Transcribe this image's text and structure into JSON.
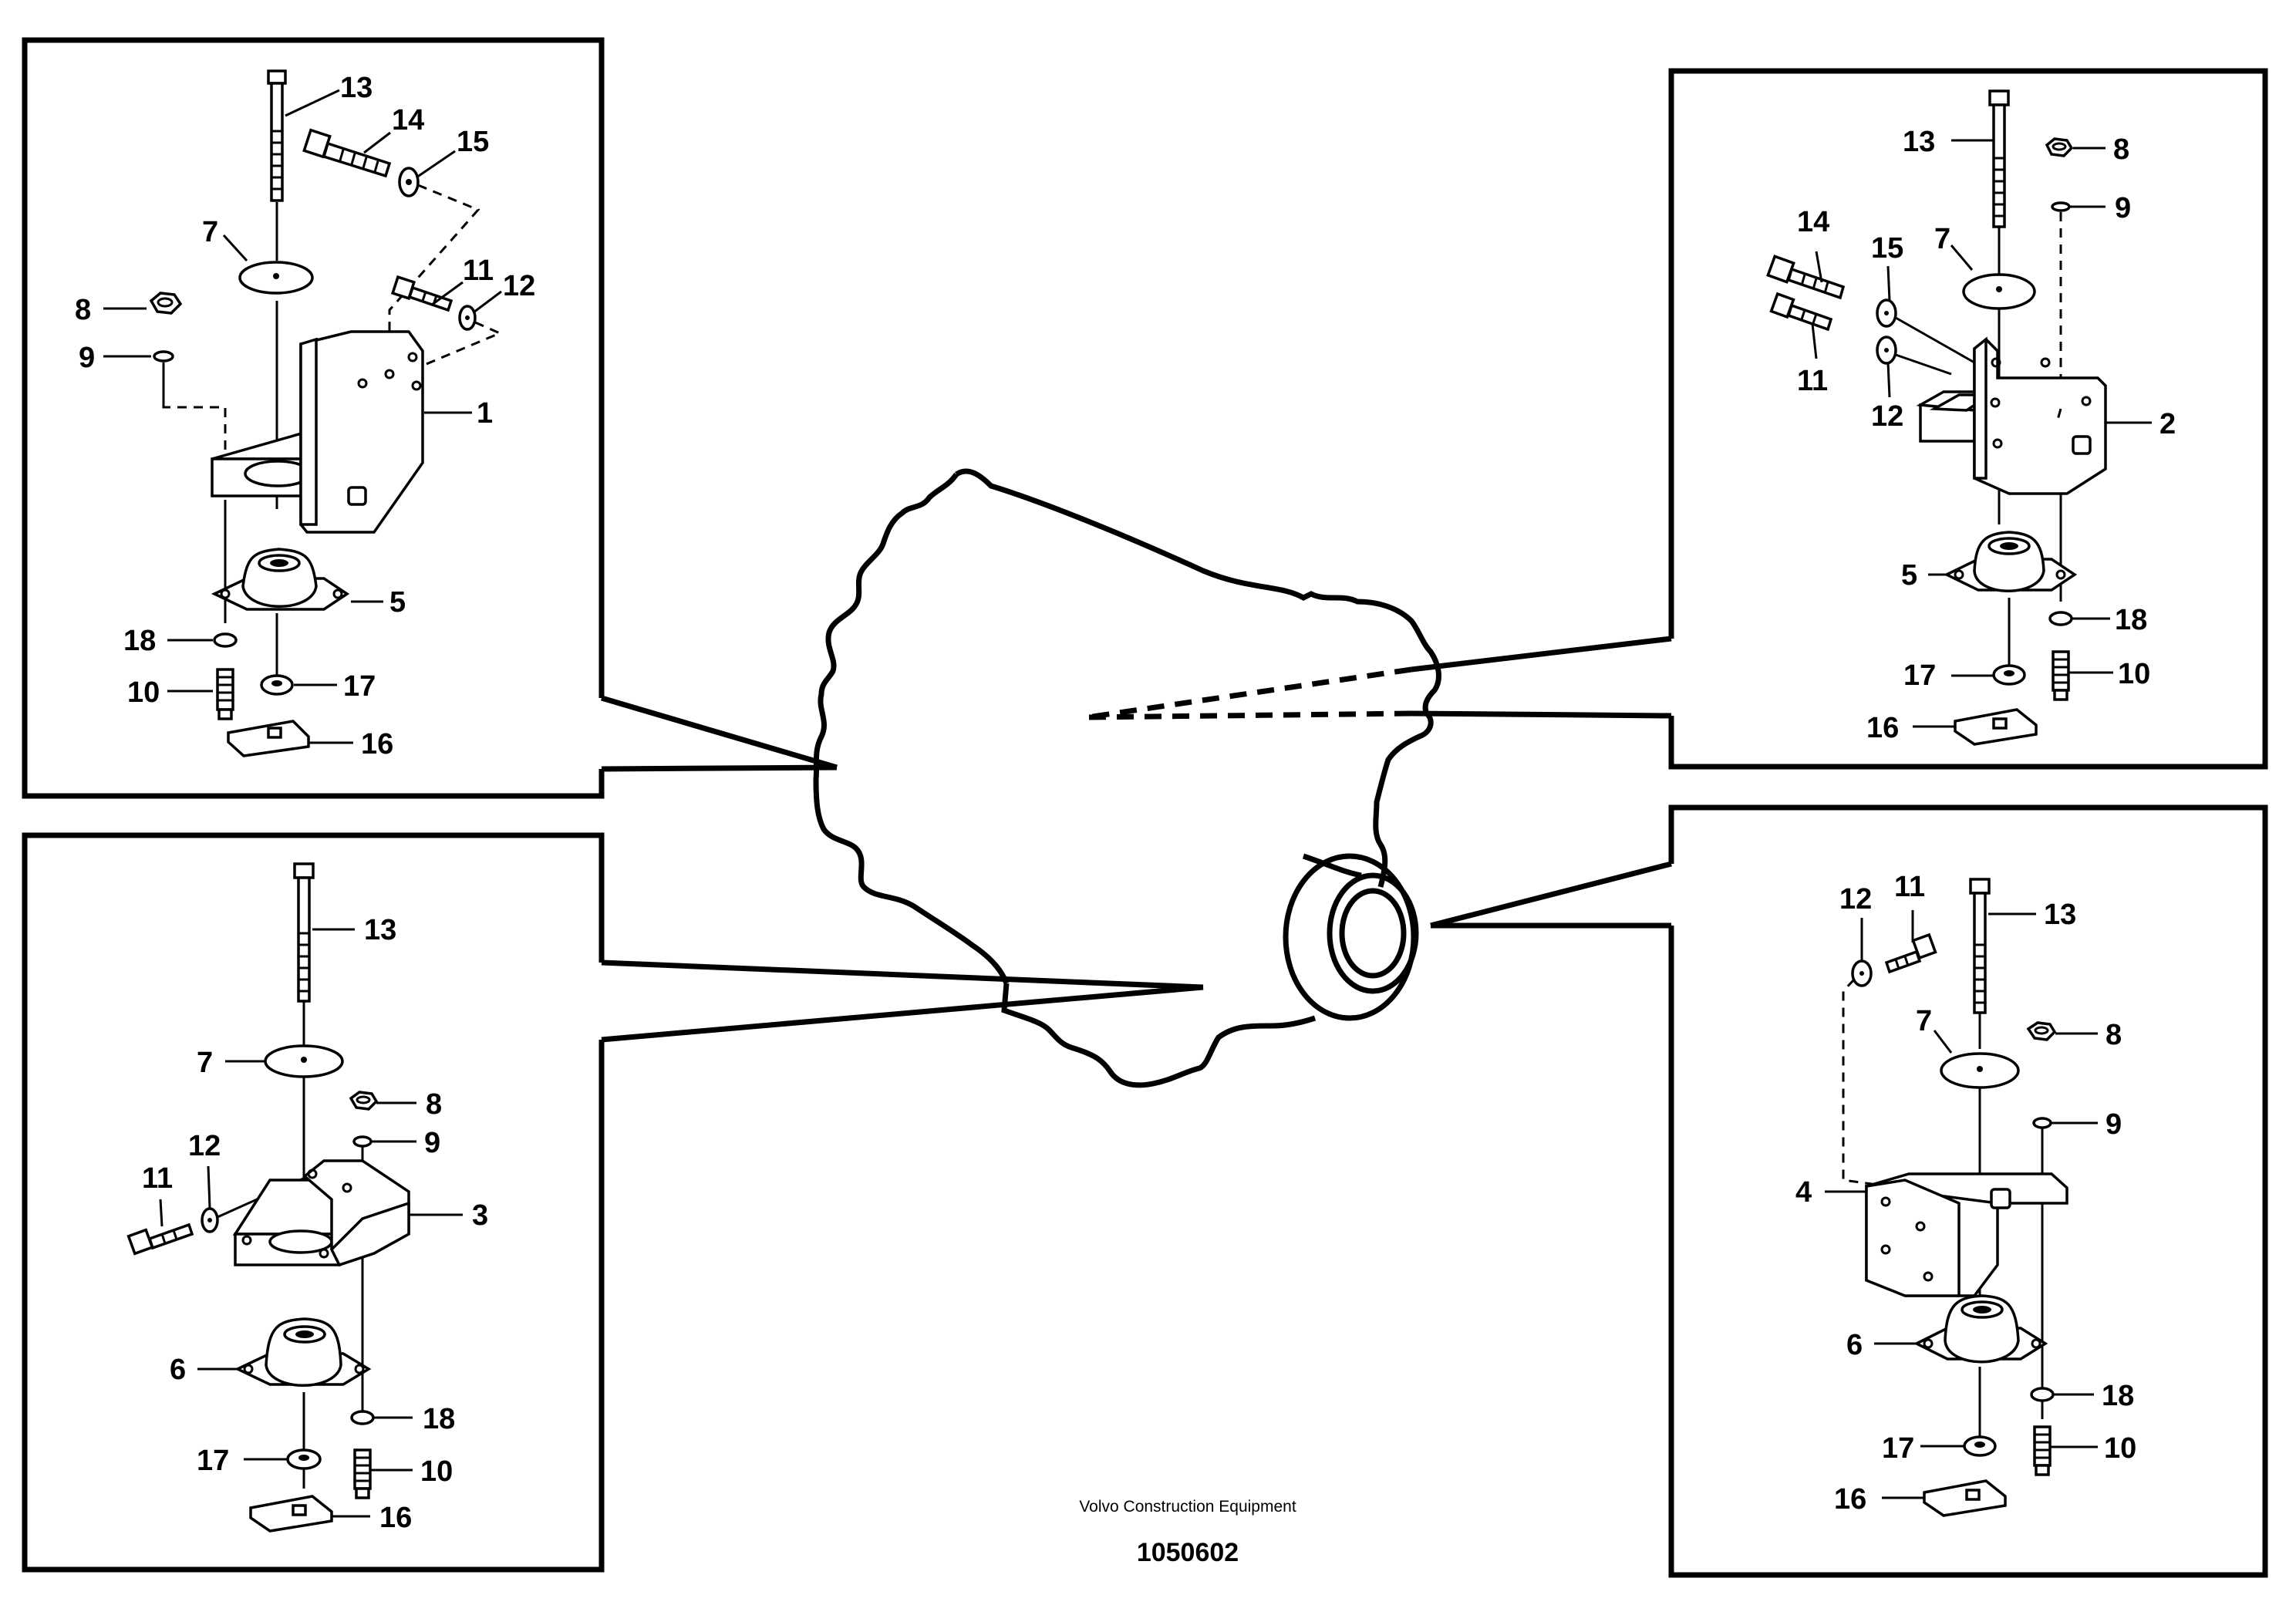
{
  "footer": {
    "company": "Volvo Construction Equipment",
    "drawing_number": "1050602"
  },
  "panels": {
    "top_left": {
      "bracket_ref": "1",
      "mount_ref": "5",
      "bolt_long": "13",
      "bolt_side": "14",
      "washer_side": "15",
      "washer_top": "7",
      "nut": "8",
      "washer_nut": "9",
      "bolt_small": "11",
      "washer_small": "12",
      "washer_bottom": "18",
      "screw": "10",
      "spacer": "17",
      "plate": "16"
    },
    "top_right": {
      "bracket_ref": "2",
      "mount_ref": "5",
      "bolt_long": "13",
      "nut": "8",
      "washer_nut": "9",
      "washer_top": "7",
      "bolt_side": "14",
      "washer_side": "15",
      "bolt_small": "11",
      "washer_small": "12",
      "washer_bottom": "18",
      "spacer": "17",
      "screw": "10",
      "plate": "16"
    },
    "bottom_left": {
      "bracket_ref": "3",
      "mount_ref": "6",
      "bolt_long": "13",
      "washer_top": "7",
      "nut": "8",
      "washer_nut": "9",
      "bolt_small": "11",
      "washer_small": "12",
      "washer_bottom": "18",
      "spacer": "17",
      "screw": "10",
      "plate": "16"
    },
    "bottom_right": {
      "bracket_ref": "4",
      "mount_ref": "6",
      "washer_small": "12",
      "bolt_small": "11",
      "bolt_long": "13",
      "washer_top": "7",
      "nut": "8",
      "washer_nut": "9",
      "washer_bottom": "18",
      "spacer": "17",
      "screw": "10",
      "plate": "16"
    }
  }
}
